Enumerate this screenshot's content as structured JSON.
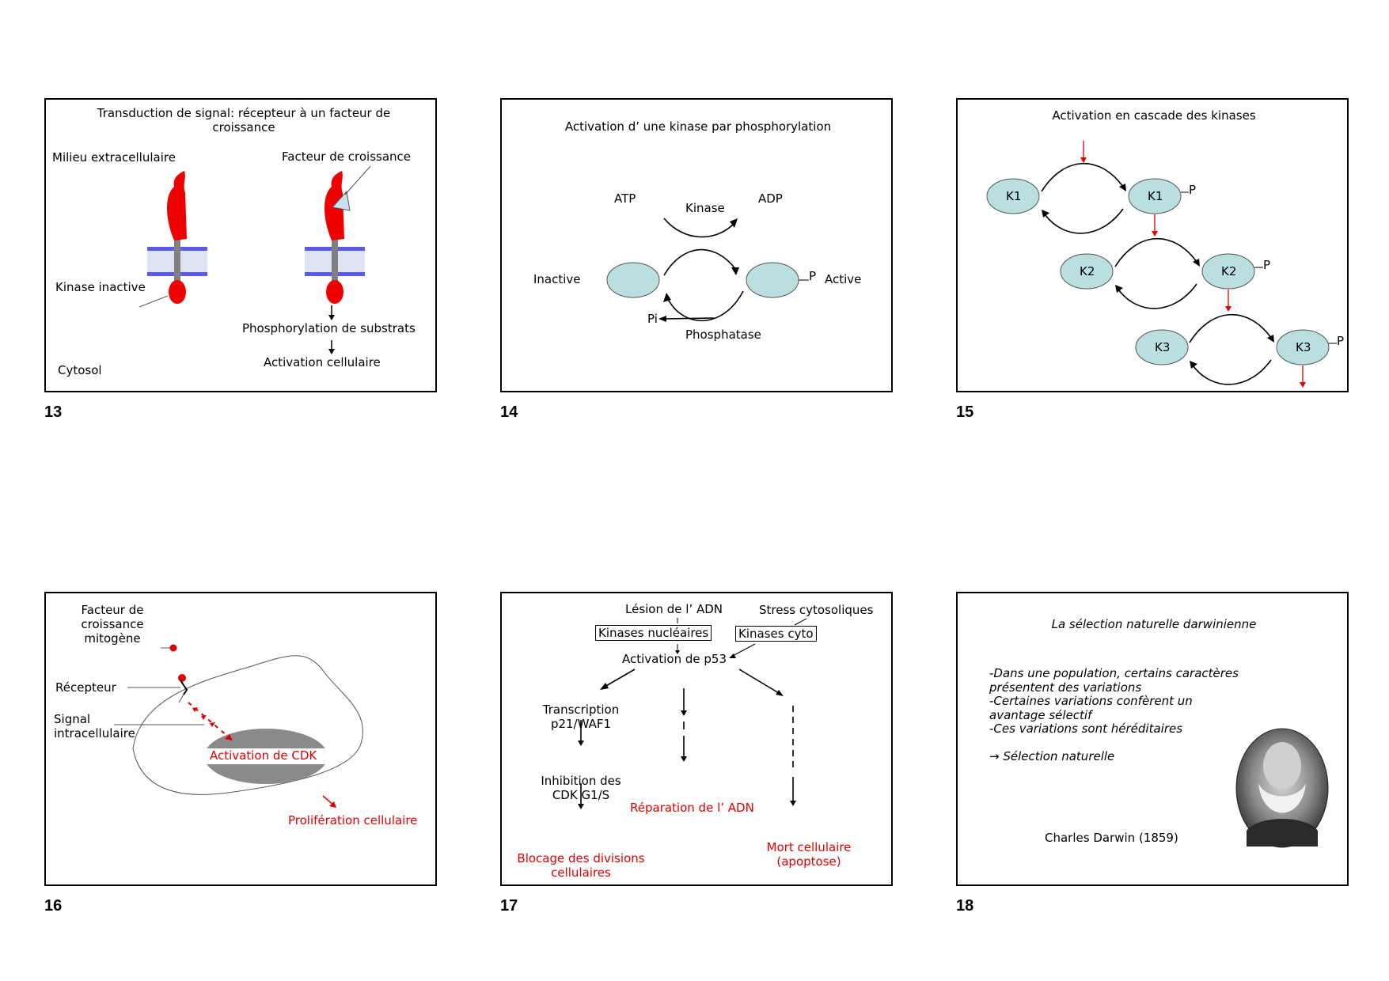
{
  "slides": [
    {
      "number": "13",
      "title": "Transduction de signal: récepteur à un facteur de croissance",
      "milieu": "Milieu extracellulaire",
      "facteur": "Facteur de croissance",
      "kinase_inactive": "Kinase inactive",
      "phospho_substrats": "Phosphorylation de substrats",
      "activation_cell": "Activation cellulaire",
      "cytosol": "Cytosol"
    },
    {
      "number": "14",
      "title": "Activation d’ une kinase par phosphorylation",
      "atp": "ATP",
      "kinase": "Kinase",
      "adp": "ADP",
      "inactive": "Inactive",
      "active": "Active",
      "p": "P",
      "pi": "Pi",
      "phosphatase": "Phosphatase"
    },
    {
      "number": "15",
      "title": "Activation en cascade des kinases",
      "k1": "K1",
      "k2": "K2",
      "k3": "K3",
      "p": "P"
    },
    {
      "number": "16",
      "facteur": "Facteur de croissance mitogène",
      "recepteur": "Récepteur",
      "signal": "Signal intracellulaire",
      "activation_cdk": "Activation de CDK",
      "proliferation": "Prolifération cellulaire"
    },
    {
      "number": "17",
      "lesion": "Lésion de l’ ADN",
      "stress": "Stress cytosoliques",
      "kinases_nucl": "Kinases nucléaires",
      "kinases_cyto": "Kinases cyto",
      "activation_p53": "Activation de p53",
      "transcription": "Transcription p21/WAF1",
      "inhibition": "Inhibition des CDK G1/S",
      "reparation": "Réparation de l’ ADN",
      "blocage": "Blocage des divisions cellulaires",
      "mort": "Mort cellulaire (apoptose)"
    },
    {
      "number": "18",
      "title": "La sélection naturelle darwinienne",
      "line1": "-Dans une population, certains caractères présentent des variations",
      "line2": "-Certaines variations confèrent un avantage sélectif",
      "line3": "-Ces variations sont héréditaires",
      "line4": "→ Sélection naturelle",
      "author": "Charles Darwin (1859)"
    }
  ],
  "colors": {
    "red": "#e00000",
    "kinase_fill": "#b9dfe0",
    "membrane": "#5a5ae6",
    "membrane_inner": "#dde3f3"
  },
  "icons": {
    "portrait": "darwin-portrait"
  }
}
